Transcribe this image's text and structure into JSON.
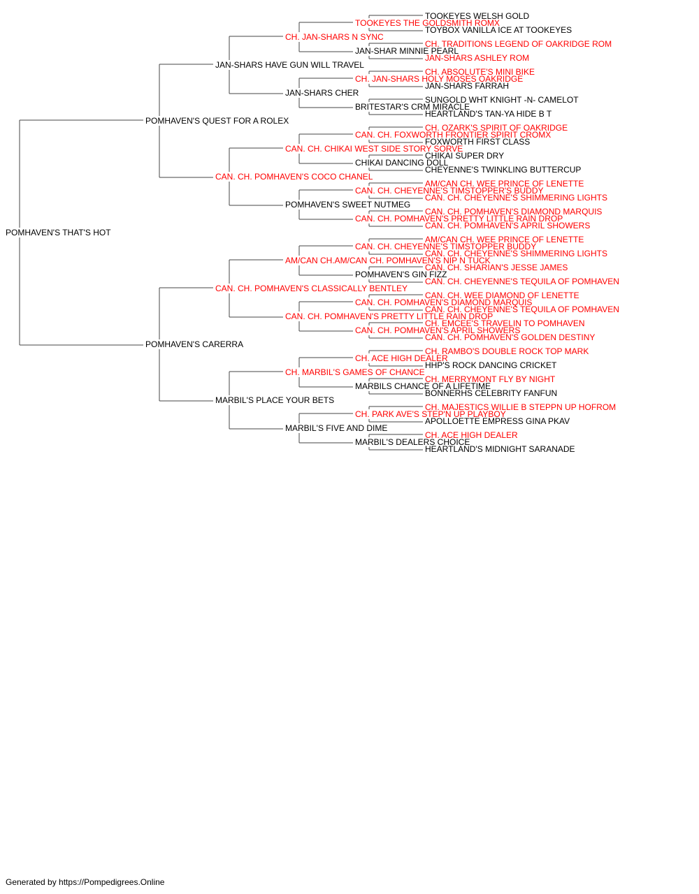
{
  "pedigree": {
    "subject": {
      "name": "POMHAVEN'S THAT'S HOT",
      "champion": false
    },
    "generations": [
      [
        {
          "name": "POMHAVEN'S QUEST FOR A ROLEX",
          "champion": false
        },
        {
          "name": "POMHAVEN'S CARERRA",
          "champion": false
        }
      ],
      [
        {
          "name": "JAN-SHARS HAVE GUN WILL TRAVEL",
          "champion": false
        },
        {
          "name": "CAN. CH. POMHAVEN'S COCO CHANEL",
          "champion": true
        },
        {
          "name": "CAN. CH. POMHAVEN'S CLASSICALLY BENTLEY",
          "champion": true
        },
        {
          "name": "MARBIL'S PLACE YOUR BETS",
          "champion": false
        }
      ],
      [
        {
          "name": "CH. JAN-SHARS N SYNC",
          "champion": true
        },
        {
          "name": "JAN-SHARS CHER",
          "champion": false
        },
        {
          "name": "CAN. CH. CHIKAI WEST SIDE STORY SORVE",
          "champion": true
        },
        {
          "name": "POMHAVEN'S SWEET NUTMEG",
          "champion": false
        },
        {
          "name": "AM/CAN CH.AM/CAN CH. POMHAVEN'S NIP N TUCK",
          "champion": true
        },
        {
          "name": "CAN. CH. POMHAVEN'S PRETTY LITTLE RAIN DROP",
          "champion": true
        },
        {
          "name": "CH. MARBIL'S GAMES OF CHANCE",
          "champion": true
        },
        {
          "name": "MARBIL'S FIVE AND DIME",
          "champion": false
        }
      ],
      [
        {
          "name": "TOOKEYES THE GOLDSMITH ROMX",
          "champion": true
        },
        {
          "name": "JAN-SHAR MINNIE PEARL",
          "champion": false
        },
        {
          "name": "CH. JAN-SHARS HOLY MOSES OAKRIDGE",
          "champion": true
        },
        {
          "name": "BRITESTAR'S CRM MIRACLE",
          "champion": false
        },
        {
          "name": "CAN. CH. FOXWORTH FRONTIER SPIRIT CROMX",
          "champion": true
        },
        {
          "name": "CHIKAI DANCING DOLL",
          "champion": false
        },
        {
          "name": "CAN. CH. CHEYENNE'S TIMSTOPPER'S BUDDY",
          "champion": true
        },
        {
          "name": "CAN. CH. POMHAVEN'S PRETTY LITTLE RAIN DROP",
          "champion": true
        },
        {
          "name": "CAN. CH. CHEYENNE'S TIMSTOPPER BUDDY",
          "champion": true
        },
        {
          "name": "POMHAVEN'S GIN FIZZ",
          "champion": false
        },
        {
          "name": "CAN. CH. POMHAVEN'S DIAMOND MARQUIS",
          "champion": true
        },
        {
          "name": "CAN. CH. POMHAVEN'S APRIL SHOWERS",
          "champion": true
        },
        {
          "name": "CH. ACE HIGH DEALER",
          "champion": true
        },
        {
          "name": "MARBILS CHANCE OF A LIFETIME",
          "champion": false
        },
        {
          "name": "CH. PARK AVE'S STEP'N UP PLAYBOY",
          "champion": true
        },
        {
          "name": "MARBIL'S DEALERS CHOICE",
          "champion": false
        }
      ],
      [
        {
          "name": "TOOKEYES WELSH GOLD",
          "champion": false
        },
        {
          "name": "TOYBOX VANILLA ICE AT TOOKEYES",
          "champion": false
        },
        {
          "name": "CH. TRADITIONS LEGEND OF OAKRIDGE ROM",
          "champion": true
        },
        {
          "name": "JAN-SHARS ASHLEY ROM",
          "champion": true
        },
        {
          "name": "CH. ABSOLUTE'S MINI BIKE",
          "champion": true
        },
        {
          "name": "JAN-SHARS FARRAH",
          "champion": false
        },
        {
          "name": "SUNGOLD WHT KNIGHT -N- CAMELOT",
          "champion": false
        },
        {
          "name": "HEARTLAND'S TAN-YA HIDE B T",
          "champion": false
        },
        {
          "name": "CH. OZARK'S SPIRIT OF OAKRIDGE",
          "champion": true
        },
        {
          "name": "FOXWORTH FIRST CLASS",
          "champion": false
        },
        {
          "name": "CHIKAI SUPER DRY",
          "champion": false
        },
        {
          "name": "CHEYENNE'S TWINKLING BUTTERCUP",
          "champion": false
        },
        {
          "name": "AM/CAN CH. WEE PRINCE OF LENETTE",
          "champion": true
        },
        {
          "name": "CAN. CH. CHEYENNE'S SHIMMERING LIGHTS",
          "champion": true
        },
        {
          "name": "CAN. CH. POMHAVEN'S DIAMOND MARQUIS",
          "champion": true
        },
        {
          "name": "CAN. CH. POMHAVEN'S APRIL SHOWERS",
          "champion": true
        },
        {
          "name": "AM/CAN CH. WEE PRINCE OF LENETTE",
          "champion": true
        },
        {
          "name": "CAN. CH. CHEYENNE'S SHIMMERING LIGHTS",
          "champion": true
        },
        {
          "name": "CAN. CH. SHARIAN'S JESSE JAMES",
          "champion": true
        },
        {
          "name": "CAN. CH. CHEYENNE'S TEQUILA OF POMHAVEN",
          "champion": true
        },
        {
          "name": "CAN. CH. WEE DIAMOND OF LENETTE",
          "champion": true
        },
        {
          "name": "CAN. CH. CHEYENNE'S TEQUILA OF POMHAVEN",
          "champion": true
        },
        {
          "name": "CH. EMCEE'S TRAVELIN TO POMHAVEN",
          "champion": true
        },
        {
          "name": "CAN. CH. POMHAVEN'S GOLDEN DESTINY",
          "champion": true
        },
        {
          "name": "CH. RAMBO'S DOUBLE ROCK TOP MARK",
          "champion": true
        },
        {
          "name": "HHP'S ROCK DANCING CRICKET",
          "champion": false
        },
        {
          "name": "CH. MERRYMONT FLY BY NIGHT",
          "champion": true
        },
        {
          "name": "BONNERHS CELEBRITY FANFUN",
          "champion": false
        },
        {
          "name": "CH. MAJESTICS WILLIE B STEPPN UP HOFROM",
          "champion": true
        },
        {
          "name": "APOLLOETTE EMPRESS GINA PKAV",
          "champion": false
        },
        {
          "name": "CH. ACE HIGH DEALER",
          "champion": true
        },
        {
          "name": "HEARTLAND'S MIDNIGHT SARANADE",
          "champion": false
        }
      ]
    ]
  },
  "footer": {
    "text": "Generated by https://Pompedigrees.Online"
  },
  "colors": {
    "champion": "#ff0000",
    "regular": "#000000",
    "line": "#444444"
  }
}
